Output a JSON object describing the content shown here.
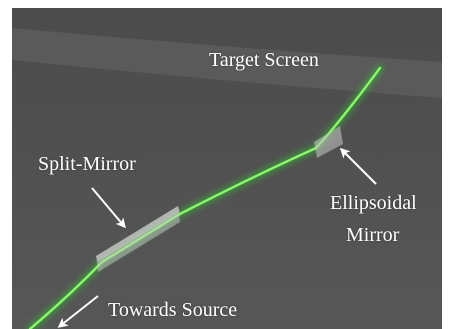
{
  "labels": {
    "target_screen": "Target Screen",
    "split_mirror": "Split-Mirror",
    "ellipsoidal_line1": "Ellipsoidal",
    "ellipsoidal_line2": "Mirror",
    "towards_source": "Towards Source"
  },
  "colors": {
    "background": "#525252",
    "screen_band": "#5c5c5c",
    "beam_core": "#8cff6a",
    "beam_glow": "#2ecc2e",
    "mirror_fill": "#c8c8c8",
    "arrow": "#ffffff"
  }
}
